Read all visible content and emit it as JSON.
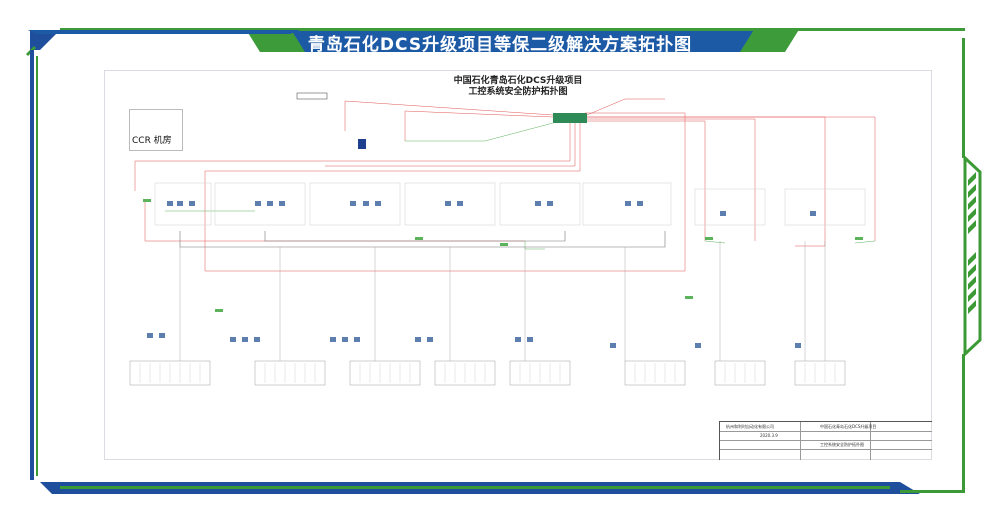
{
  "banner": {
    "title": "青岛石化DCS升级项目等保二级解决方案拓扑图"
  },
  "diagram": {
    "title_line1": "中国石化青岛石化DCS升级项目",
    "title_line2": "工控系统安全防护拓扑图",
    "ccr_label": "CCR 机房"
  },
  "title_block": {
    "company": "杭州和利时自动化有限公司",
    "project": "中国石化青岛石化DCS升级项目",
    "drawing": "工控系统安全防护拓扑图",
    "date": "2020.3.9"
  },
  "colors": {
    "banner_blue": "#1d5aa6",
    "banner_green": "#3e9b3a",
    "frame_green": "#3c9a36",
    "frame_blue": "#1f4f9c",
    "red_link": "#e05555",
    "green_link": "#5bb35b"
  }
}
